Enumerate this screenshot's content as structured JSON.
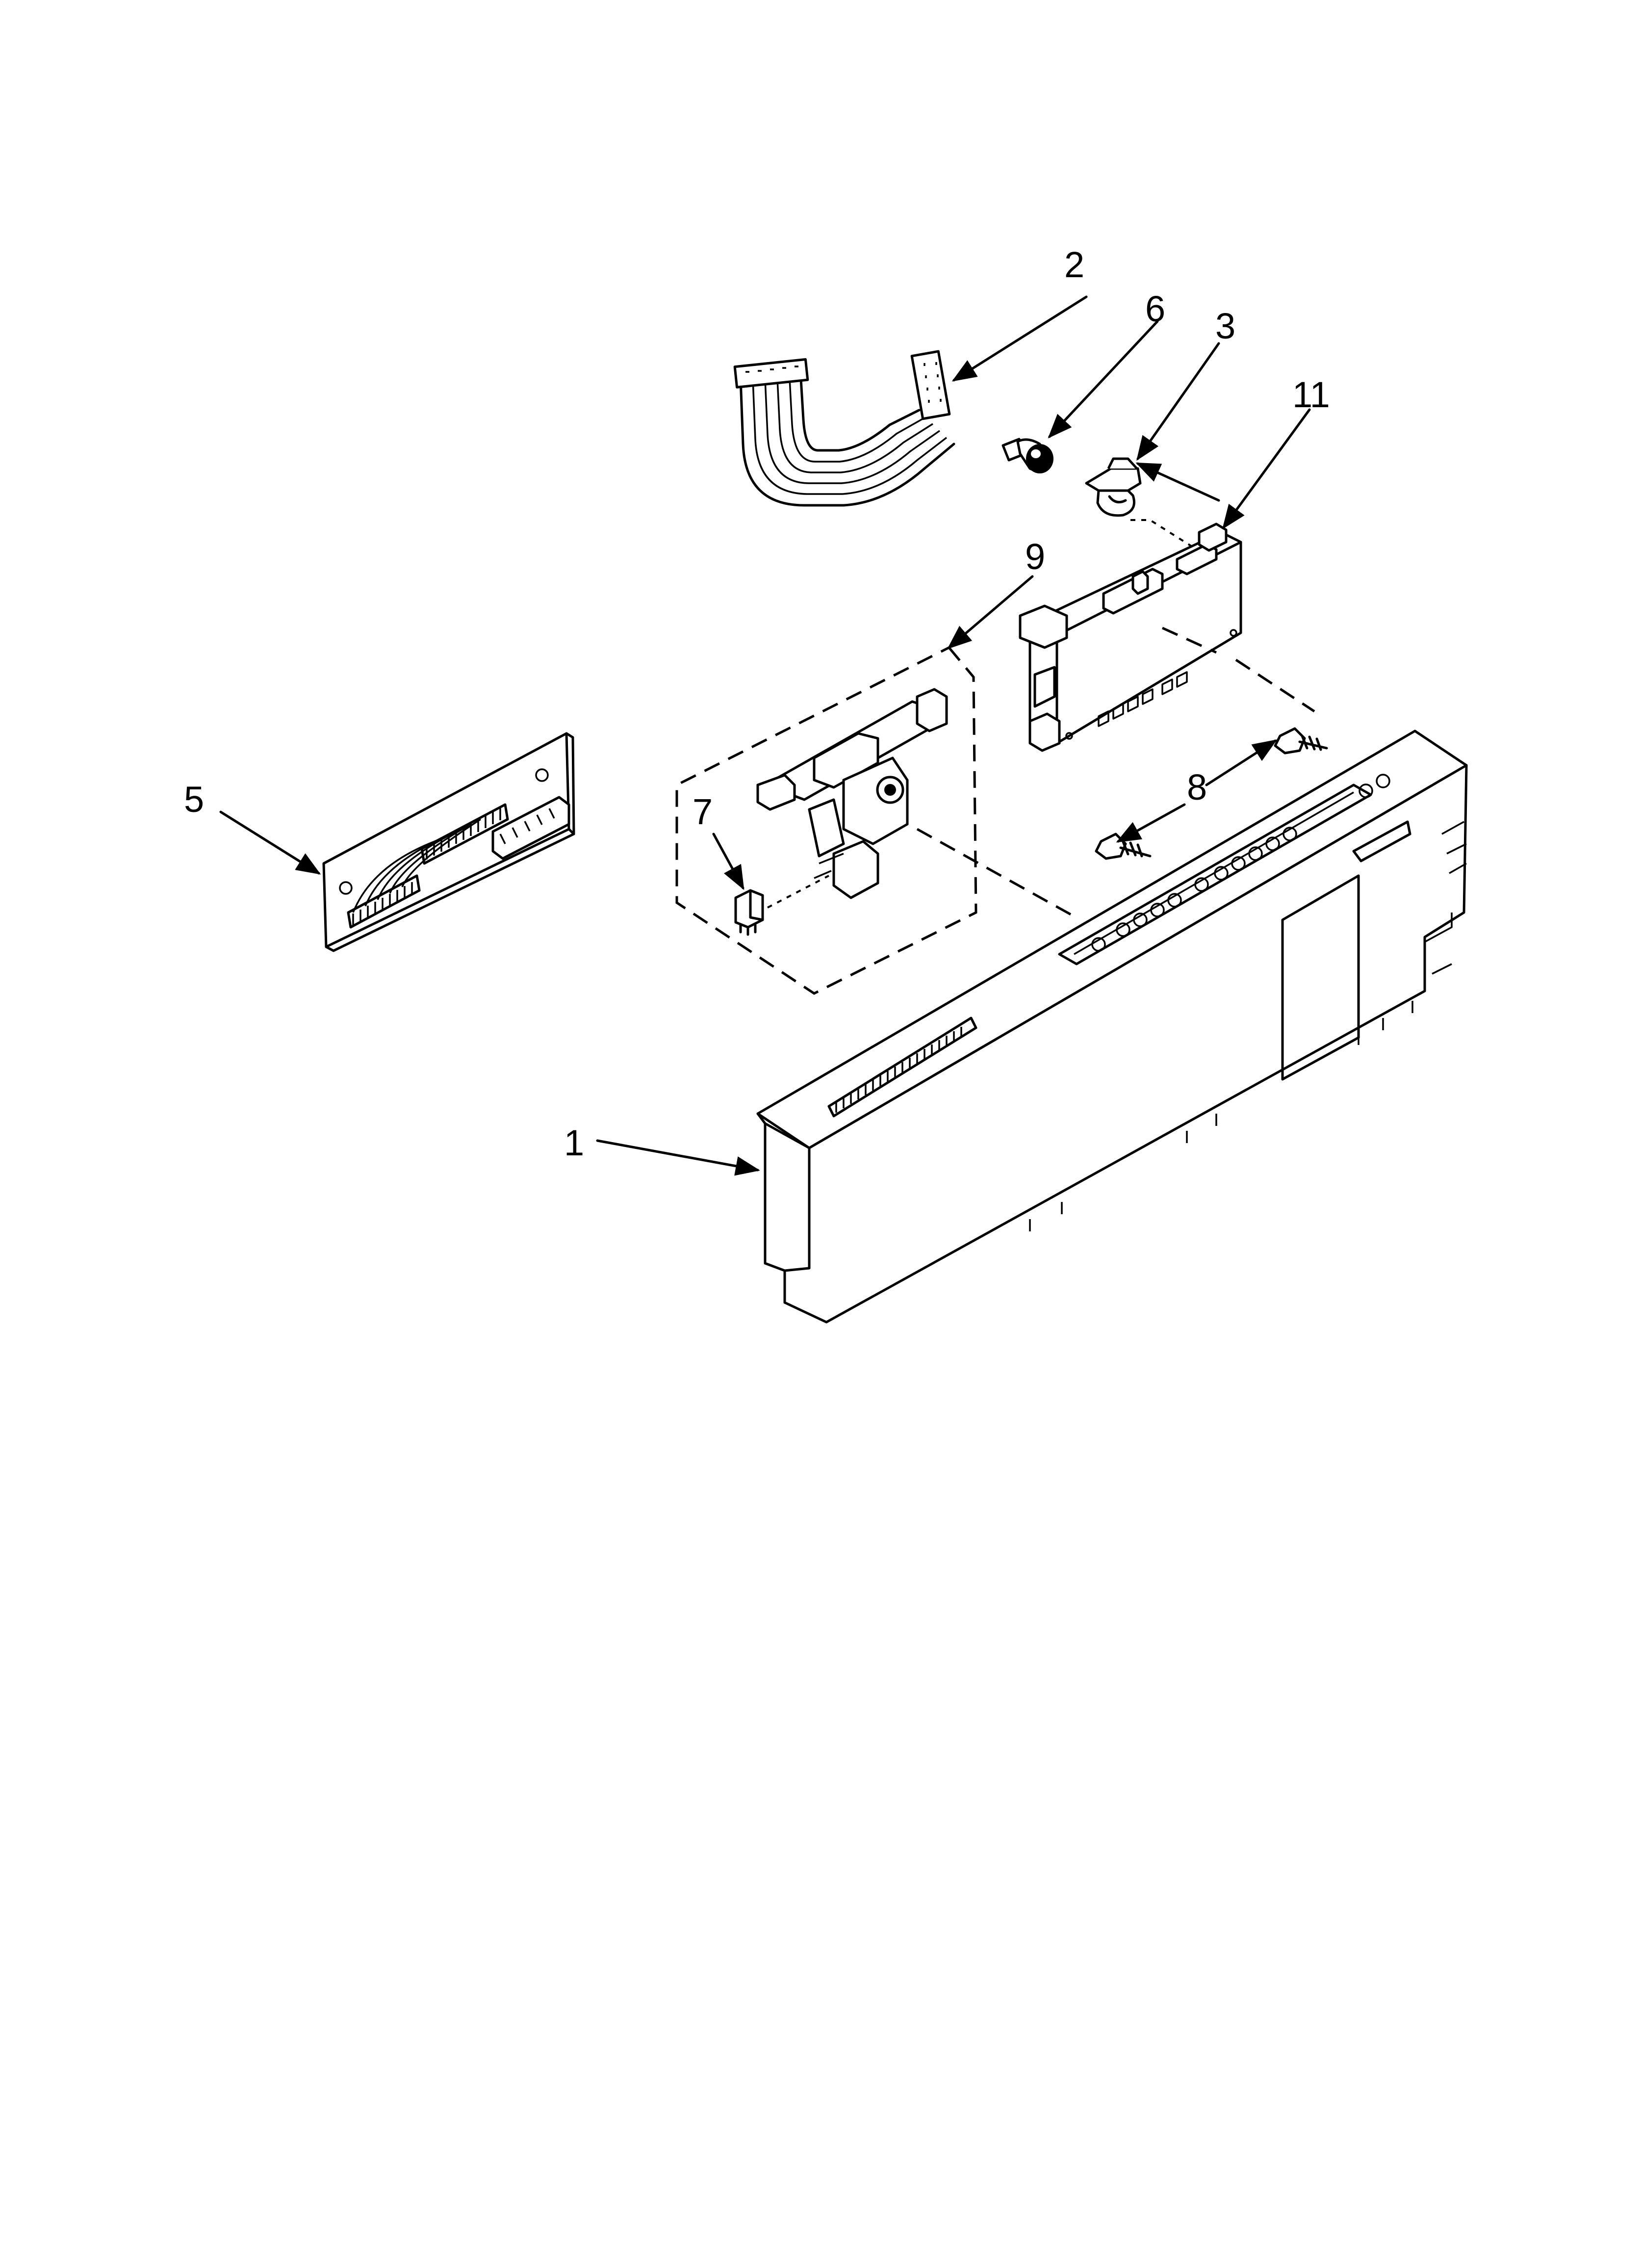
{
  "diagram": {
    "callouts": [
      {
        "id": "1",
        "label": "1"
      },
      {
        "id": "2",
        "label": "2"
      },
      {
        "id": "3",
        "label": "3"
      },
      {
        "id": "5",
        "label": "5"
      },
      {
        "id": "6",
        "label": "6"
      },
      {
        "id": "7",
        "label": "7"
      },
      {
        "id": "8",
        "label": "8"
      },
      {
        "id": "9",
        "label": "9"
      },
      {
        "id": "11",
        "label": "11"
      }
    ],
    "parts": [
      {
        "id": "1",
        "icon": "control-panel-console-icon"
      },
      {
        "id": "2",
        "icon": "ribbon-cable-harness-icon"
      },
      {
        "id": "3",
        "icon": "wire-clip-icon"
      },
      {
        "id": "5",
        "icon": "interface-circuit-board-icon"
      },
      {
        "id": "6",
        "icon": "thermal-fuse-icon"
      },
      {
        "id": "7",
        "icon": "micro-switch-icon"
      },
      {
        "id": "8",
        "icon": "screw-icon"
      },
      {
        "id": "9",
        "icon": "door-latch-assembly-icon"
      },
      {
        "id": "11",
        "icon": "electronic-control-board-icon"
      }
    ]
  }
}
